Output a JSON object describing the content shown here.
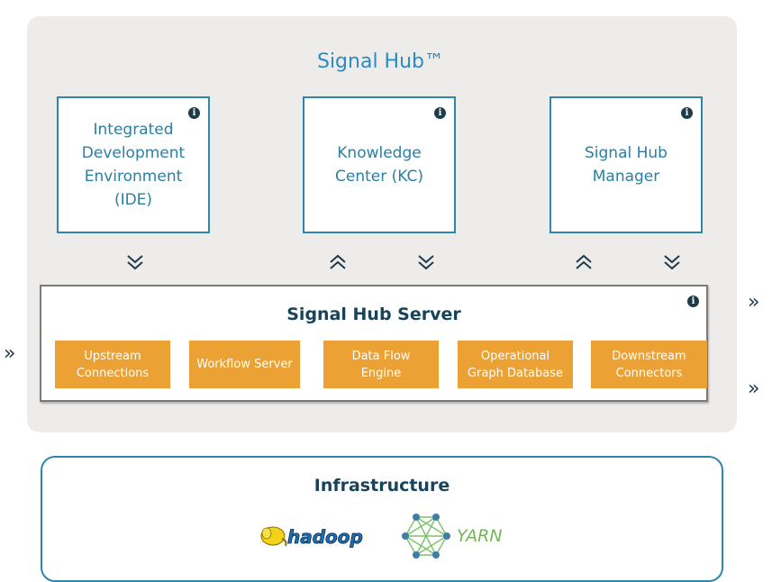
{
  "hub": {
    "title": "Signal Hub™",
    "components": [
      {
        "label": "Integrated Development Environment (IDE)",
        "icon": "info-icon"
      },
      {
        "label": "Knowledge Center (KC)",
        "icon": "info-icon"
      },
      {
        "label": "Signal Hub Manager",
        "icon": "info-icon"
      }
    ],
    "info_glyph": "i"
  },
  "connectors": {
    "ide": [
      "down"
    ],
    "kc": [
      "up",
      "down"
    ],
    "manager": [
      "up",
      "down"
    ]
  },
  "server": {
    "title": "Signal Hub Server",
    "modules": [
      {
        "line1": "Upstream",
        "line2": "Connections"
      },
      {
        "line1": "Workflow Server",
        "line2": ""
      },
      {
        "line1": "Data Flow",
        "line2": "Engine"
      },
      {
        "line1": "Operational",
        "line2": "Graph Database"
      },
      {
        "line1": "Downstream",
        "line2": "Connectors"
      }
    ],
    "module_color": "#eba133"
  },
  "external_arrows": {
    "glyph": "»",
    "inbound_count": 1,
    "outbound_count": 2
  },
  "infrastructure": {
    "title": "Infrastructure",
    "logos": [
      {
        "name": "hadoop",
        "label": "hadoop"
      },
      {
        "name": "yarn",
        "label": "YARN"
      }
    ]
  },
  "colors": {
    "hub_bg": "#eeecea",
    "accent_blue": "#2a8cc0",
    "border_blue": "#2e86aa",
    "dark_navy": "#17445a",
    "yarn_green": "#74b65a"
  }
}
